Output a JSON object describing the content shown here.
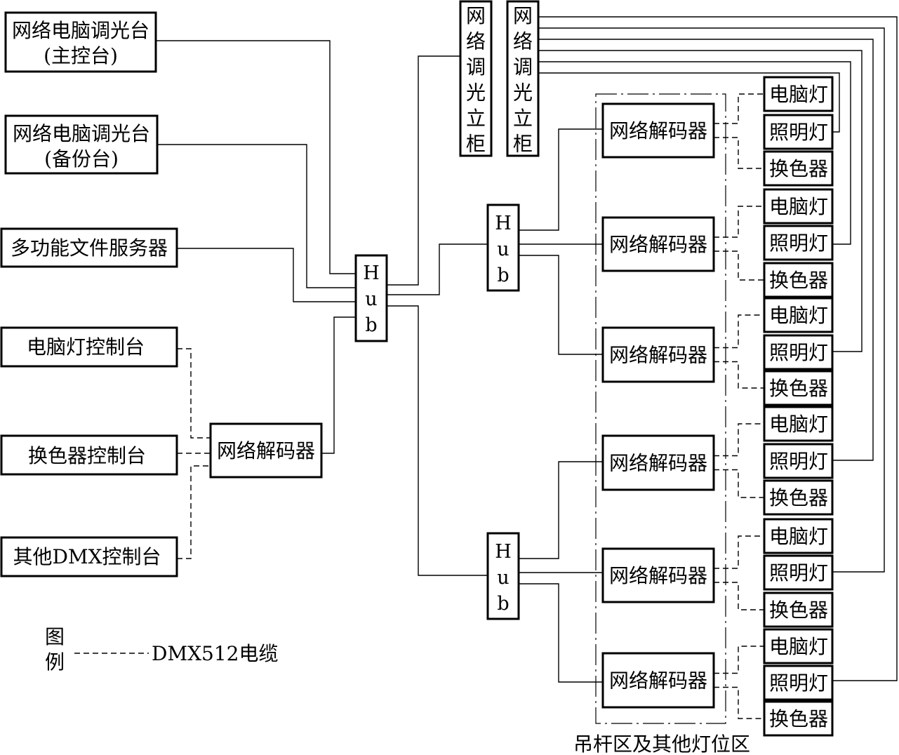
{
  "consoles": {
    "main_line1": "网络电脑调光台",
    "main_line2": "(主控台)",
    "backup_line1": "网络电脑调光台",
    "backup_line2": "(备份台)",
    "file_server": "多功能文件服务器",
    "moving_light_console": "电脑灯控制台",
    "color_changer_console": "换色器控制台",
    "other_dmx_console": "其他DMX控制台"
  },
  "left_decoder": "网络解码器",
  "hub_letters": [
    "H",
    "u",
    "b"
  ],
  "cabinet_chars": [
    "网",
    "络",
    "调",
    "光",
    "立",
    "柜"
  ],
  "right_decoders": [
    "网络解码器",
    "网络解码器",
    "网络解码器",
    "网络解码器",
    "网络解码器",
    "网络解码器"
  ],
  "fixture_groups": [
    [
      "电脑灯",
      "照明灯",
      "换色器"
    ],
    [
      "电脑灯",
      "照明灯",
      "换色器"
    ],
    [
      "电脑灯",
      "照明灯",
      "换色器"
    ],
    [
      "电脑灯",
      "照明灯",
      "换色器"
    ],
    [
      "电脑灯",
      "照明灯",
      "换色器"
    ],
    [
      "电脑灯",
      "照明灯",
      "换色器"
    ]
  ],
  "legend": {
    "title_chars": [
      "图",
      "例"
    ],
    "dmx_cable": "DMX512电缆"
  },
  "zone_label": "吊杆区及其他灯位区"
}
